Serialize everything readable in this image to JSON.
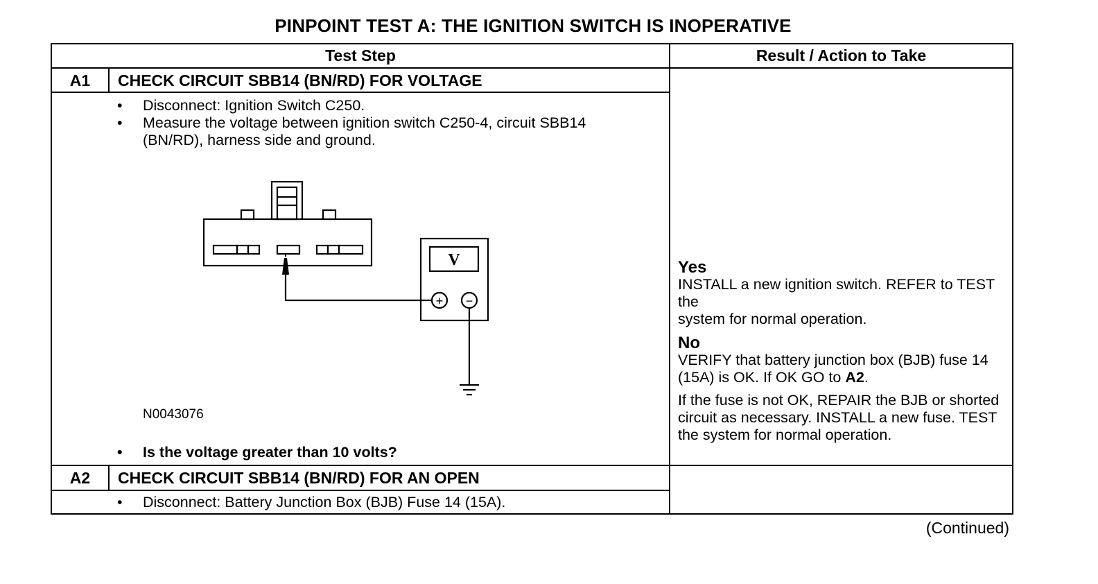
{
  "title": "PINPOINT TEST  A: THE IGNITION SWITCH IS INOPERATIVE",
  "table": {
    "header_step": "Test Step",
    "header_result": "Result / Action to Take"
  },
  "a1": {
    "id": "A1",
    "title": "CHECK CIRCUIT SBB14 (BN/RD) FOR VOLTAGE",
    "steps": [
      "Disconnect: Ignition Switch C250.",
      "Measure the voltage between ignition switch C250-4, circuit SBB14 (BN/RD), harness side and ground."
    ],
    "figure_id": "N0043076",
    "meter_symbol": "V",
    "plus_symbol": "+",
    "minus_symbol": "−",
    "question": "Is the voltage greater than 10 volts?",
    "yes_label": "Yes",
    "yes_text": "INSTALL a new ignition switch. REFER to TEST the",
    "yes_text2": "system for normal operation.",
    "no_label": "No",
    "no_text_pre": "VERIFY that battery junction box (BJB) fuse 14 (15A) is OK. If OK GO to ",
    "no_goto": "A2",
    "no_text_post": ".",
    "no_text2": "If the fuse is not OK, REPAIR the BJB or shorted circuit as necessary. INSTALL a new fuse. TEST the system for normal operation."
  },
  "a2": {
    "id": "A2",
    "title": "CHECK CIRCUIT SBB14 (BN/RD) FOR AN OPEN",
    "steps": [
      "Disconnect: Battery Junction Box (BJB) Fuse 14 (15A)."
    ]
  },
  "continued": "(Continued)"
}
